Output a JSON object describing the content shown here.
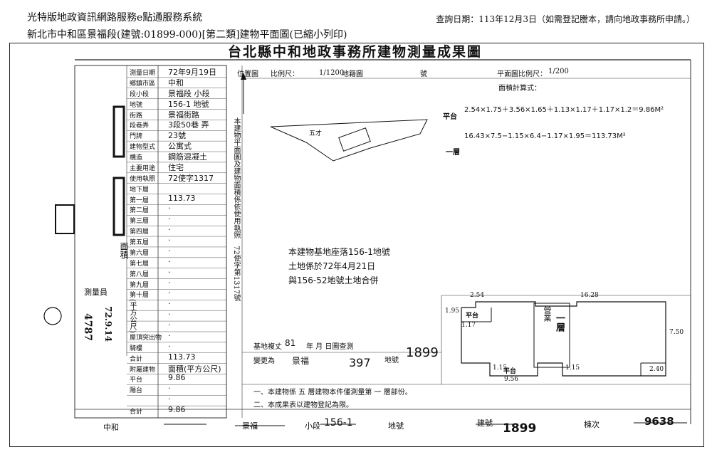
{
  "header": {
    "system_title": "光特版地政資訊網路服務e點通服務系統",
    "doc_subtitle": "新北市中和區景福段(建號:01899-000)[第二類]建物平面圖(已縮小列印)",
    "query_date": "查詢日期：113年12月3日（如需登記謄本，請向地政事務所申請。）"
  },
  "document": {
    "title": "台北縣中和地政事務所建物測量成果圖",
    "loc_map_label": "位置圖",
    "loc_scale_label": "比例尺：",
    "loc_scale_value": "1/1200",
    "map_label": "地籍圖",
    "sheet_label": "號",
    "plan_scale_label": "平面圖比例尺：",
    "plan_scale_value": "1/200",
    "area_calc_label": "面積計算式：",
    "calc_balcony_label": "平台",
    "calc_balcony": "2.54×1.75＋3.56×1.65＋1.13×1.17＋1.17×1.2＝9.86M²",
    "calc_floor1_label": "一層",
    "calc_floor1": "16.43×7.5−1.15×6.4−1.17×1.95＝113.73M²",
    "loc_road": "五才",
    "side_note": "本建物平面圖及建物面積係依使用執照",
    "license_no": "72使字第1317號",
    "merge_note_1": "本建物基地座落156-1地號",
    "merge_note_2": "土地係於72年4月21日",
    "merge_note_3": "與156-52地號土地合併",
    "receipt_label": "基地複丈",
    "receipt_year": "81",
    "receipt_mid": "年  月  日圖查測",
    "receipt_surveyor": "變更為",
    "receipt_name": "景福",
    "receipt_no": "397",
    "receipt_lot_label": "地號",
    "receipt_lot": "1899",
    "footnote_1": "一、本建物係 五 層建物本件僅測量第 一 層部份。",
    "footnote_2": "二、本成果表以建物登記為限。",
    "bottom_district": "中和",
    "bottom_section": "景福",
    "bottom_lot_label": "小段",
    "bottom_lot": "156-1",
    "bottom_lot_suffix": "地號",
    "bottom_build_label": "建號",
    "bottom_build_no": "1899",
    "bottom_sheet_label": "棟次",
    "bottom_sheet_no": "9638",
    "plan": {
      "balcony_label": "平台",
      "balcony_label_2": "平台",
      "room_label": "一層",
      "room_sub": "營業",
      "dim_top_left": "2.54",
      "dim_top_right": "16.28",
      "dim_left": "1.95",
      "dim_left2": "1.17",
      "dim_right": "7.50",
      "dim_bottom": "9.56",
      "dim_b1": "1.15",
      "dim_b2": "1.15",
      "dim_b3": "2.40"
    }
  },
  "form": {
    "rows": [
      {
        "label": "測量日期",
        "value": "72年9月19日"
      },
      {
        "label": "鄉鎮市區",
        "value": "中和"
      },
      {
        "label": "段小段",
        "value": "景福段  小段"
      },
      {
        "label": "地號",
        "value": "156-1 地號"
      },
      {
        "label": "街路",
        "value": "景福街路"
      },
      {
        "label": "段巷弄",
        "value": "3段50巷  弄"
      },
      {
        "label": "門牌",
        "value": "23號"
      },
      {
        "label": "建物型式",
        "value": "公寓式"
      },
      {
        "label": "構造",
        "value": "鋼筋混凝土"
      },
      {
        "label": "主要用途",
        "value": "住宅"
      },
      {
        "label": "使用執照",
        "value": "72使字1317"
      },
      {
        "label": "地下層",
        "value": ""
      },
      {
        "label": "第一層",
        "value": "113.73"
      },
      {
        "label": "第二層",
        "value": "·"
      },
      {
        "label": "第三層",
        "value": "·"
      },
      {
        "label": "第四層",
        "value": "·"
      },
      {
        "label": "第五層",
        "value": "·"
      },
      {
        "label": "第六層",
        "value": "·"
      },
      {
        "label": "第七層",
        "value": "·"
      },
      {
        "label": "第八層",
        "value": "·"
      },
      {
        "label": "第九層",
        "value": "·"
      },
      {
        "label": "第十層",
        "value": "·"
      },
      {
        "label": "",
        "value": "·"
      },
      {
        "label": "",
        "value": "·"
      },
      {
        "label": "",
        "value": "·"
      },
      {
        "label": "屋頂突出物",
        "value": "·"
      },
      {
        "label": "騎樓",
        "value": "·"
      },
      {
        "label": "合計",
        "value": "113.73"
      },
      {
        "label": "附屬建物",
        "value": "面積(平方公尺)"
      },
      {
        "label": "平台",
        "value": "9.86"
      },
      {
        "label": "陽台",
        "value": "·"
      },
      {
        "label": "",
        "value": "·"
      },
      {
        "label": "合計",
        "value": "9.86"
      }
    ],
    "stamp_label": "測量員",
    "side_date": "72.9.14",
    "side_no": "4787",
    "side_unit": "(平方公尺)",
    "side_area_label": "面積"
  }
}
